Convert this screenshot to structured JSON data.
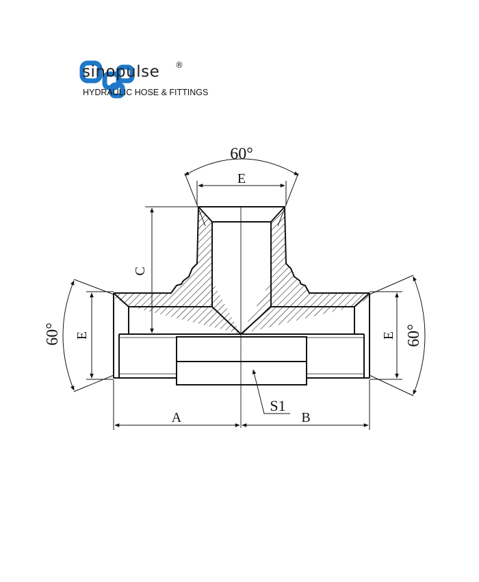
{
  "brand": {
    "name": "sinopulse",
    "registered_mark": "®",
    "tagline": "HYDRAULIC HOSE & FITTINGS",
    "logo_color": "#1f78c8"
  },
  "drawing": {
    "labels": {
      "angle_top": "60°",
      "angle_left": "60°",
      "angle_right": "60°",
      "dim_e_top": "E",
      "dim_e_left": "E",
      "dim_e_right": "E",
      "dim_c": "C",
      "dim_a": "A",
      "dim_b": "B",
      "dim_s1": "S1"
    }
  }
}
